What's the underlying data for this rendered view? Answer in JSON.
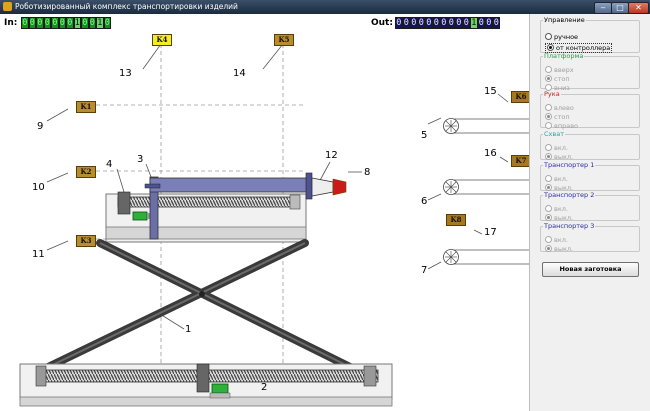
{
  "window": {
    "title": "Роботизированный комплекс транспортировки изделий",
    "minimize_glyph": "‒",
    "maximize_glyph": "□",
    "close_glyph": "✕"
  },
  "io": {
    "in_label": "In:",
    "in_bits": [
      "0",
      "0",
      "0",
      "0",
      "0",
      "0",
      "0",
      "1",
      "0",
      "0",
      "1",
      "0"
    ],
    "in_active": [
      false,
      false,
      false,
      false,
      false,
      false,
      false,
      true,
      false,
      false,
      true,
      false
    ],
    "out_label": "Out:",
    "out_bits": [
      "0",
      "0",
      "0",
      "0",
      "0",
      "0",
      "0",
      "0",
      "0",
      "0",
      "1",
      "0",
      "0",
      "0"
    ],
    "out_active": [
      false,
      false,
      false,
      false,
      false,
      false,
      false,
      false,
      false,
      false,
      true,
      false,
      false,
      false
    ]
  },
  "sensors": {
    "k1": "K1",
    "k2": "K2",
    "k3": "K3",
    "k4": "K4",
    "k5": "K5",
    "k6": "K6",
    "k7": "K7",
    "k8": "K8"
  },
  "callouts": {
    "n1": "1",
    "n2": "2",
    "n3": "3",
    "n4": "4",
    "n5": "5",
    "n6": "6",
    "n7": "7",
    "n8": "8",
    "n9": "9",
    "n10": "10",
    "n11": "11",
    "n12": "12",
    "n13": "13",
    "n14": "14",
    "n15": "15",
    "n16": "16",
    "n17": "17"
  },
  "panel": {
    "control": {
      "legend": "Управление",
      "manual": "ручное",
      "controller": "от контроллера",
      "selected": "controller"
    },
    "platform": {
      "legend": "Платформа",
      "legend_color": "#2a9a4a",
      "up": "вверх",
      "stop": "стоп",
      "down": "вниз"
    },
    "arm": {
      "legend": "Рука",
      "legend_color": "#c02020",
      "left": "влево",
      "stop": "стоп",
      "right": "вправо"
    },
    "grip": {
      "legend": "Схват",
      "legend_color": "#2aa0a0",
      "on": "вкл.",
      "off": "выкл."
    },
    "conveyor1": {
      "legend": "Транспортер 1",
      "legend_color": "#2a2aa0",
      "on": "вкл.",
      "off": "выкл."
    },
    "conveyor2": {
      "legend": "Транспортер 2",
      "legend_color": "#2a2aa0",
      "on": "вкл.",
      "off": "выкл."
    },
    "conveyor3": {
      "legend": "Транспортер 3",
      "legend_color": "#2a2aa0",
      "on": "вкл.",
      "off": "выкл."
    },
    "new_blank_button": "Новая заготовка"
  },
  "colors": {
    "in_bit_bg": "#11921c",
    "out_bit_bg": "#121266",
    "sensor_inactive": "#b88d2d",
    "sensor_active": "#f2ee1f",
    "arm_color": "#6a6fa8",
    "gripper_color": "#cc1a1a",
    "motor_color": "#2fb03a",
    "scissor_color": "#3a3a3a"
  }
}
